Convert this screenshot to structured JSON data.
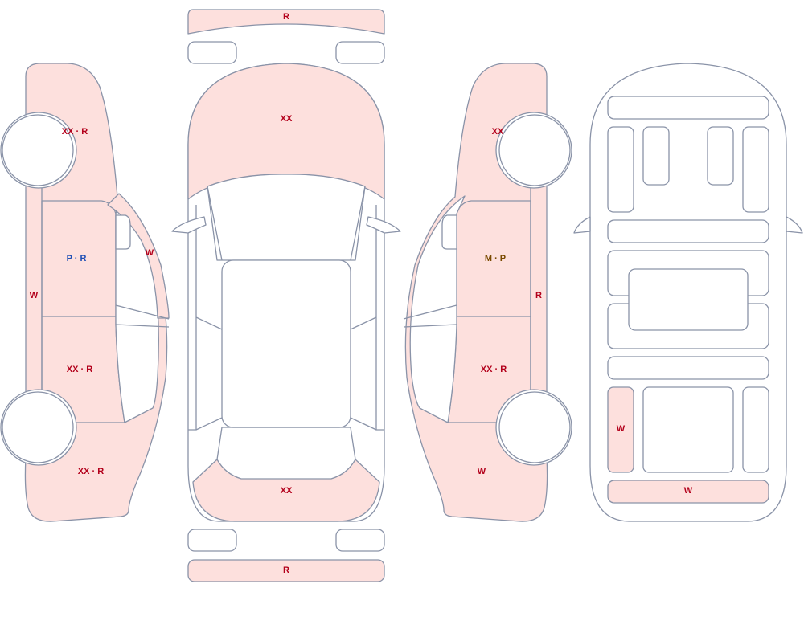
{
  "colors": {
    "outline": "#8a93a8",
    "damage_fill": "#fde0dd",
    "plain_fill": "#ffffff",
    "code_red": "#b3001b",
    "code_blue": "#1f4fb5",
    "code_brown": "#7a4a00"
  },
  "labels": {
    "top_bumper_front": "R",
    "top_hood": "XX",
    "top_trunk": "XX",
    "top_bumper_rear": "R",
    "left_front_fender": "XX · R",
    "left_front_door": "P · R",
    "left_a_pillar": "W",
    "left_rocker": "W",
    "left_rear_door": "XX · R",
    "left_rear_quarter": "XX · R",
    "right_front_fender": "XX",
    "right_front_door": "M · P",
    "right_rocker": "R",
    "right_rear_door": "XX · R",
    "right_rear_quarter": "W",
    "interior_rear_left_seat": "W",
    "interior_rear_bench": "W"
  }
}
